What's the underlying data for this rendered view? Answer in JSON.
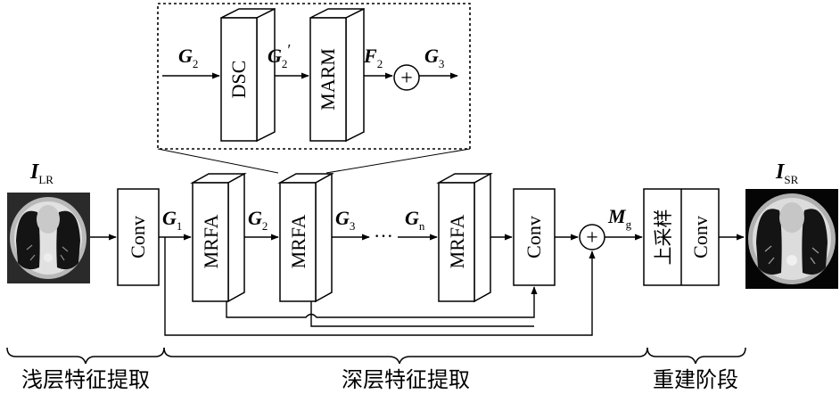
{
  "detail": {
    "in_sym": "G",
    "in_sub": "2",
    "dsc": "DSC",
    "mid_sym": "G",
    "mid_sub": "2",
    "mid_prime": "′",
    "marm": "MARM",
    "f_sym": "F",
    "f_sub": "2",
    "out_sym": "G",
    "out_sub": "3"
  },
  "input_label": {
    "sym": "I",
    "sub": "LR"
  },
  "output_label": {
    "sym": "I",
    "sub": "SR"
  },
  "blocks": {
    "conv": "Conv",
    "mrfa": "MRFA",
    "upsample": "上采样"
  },
  "edges": {
    "g1": {
      "sym": "G",
      "sub": "1"
    },
    "g2": {
      "sym": "G",
      "sub": "2"
    },
    "g3": {
      "sym": "G",
      "sub": "3"
    },
    "ellipsis": "···",
    "gn": {
      "sym": "G",
      "sub": "n"
    },
    "mg": {
      "sym": "M",
      "sub": "g"
    }
  },
  "plus_symbol": "+",
  "stages": {
    "shallow": "浅层特征提取",
    "deep": "深层特征提取",
    "recon": "重建阶段"
  },
  "colors": {
    "stroke": "#000000",
    "background": "#ffffff",
    "lung_tissue": "#1a1a1a",
    "lung_gray": "#b5b5b5"
  }
}
